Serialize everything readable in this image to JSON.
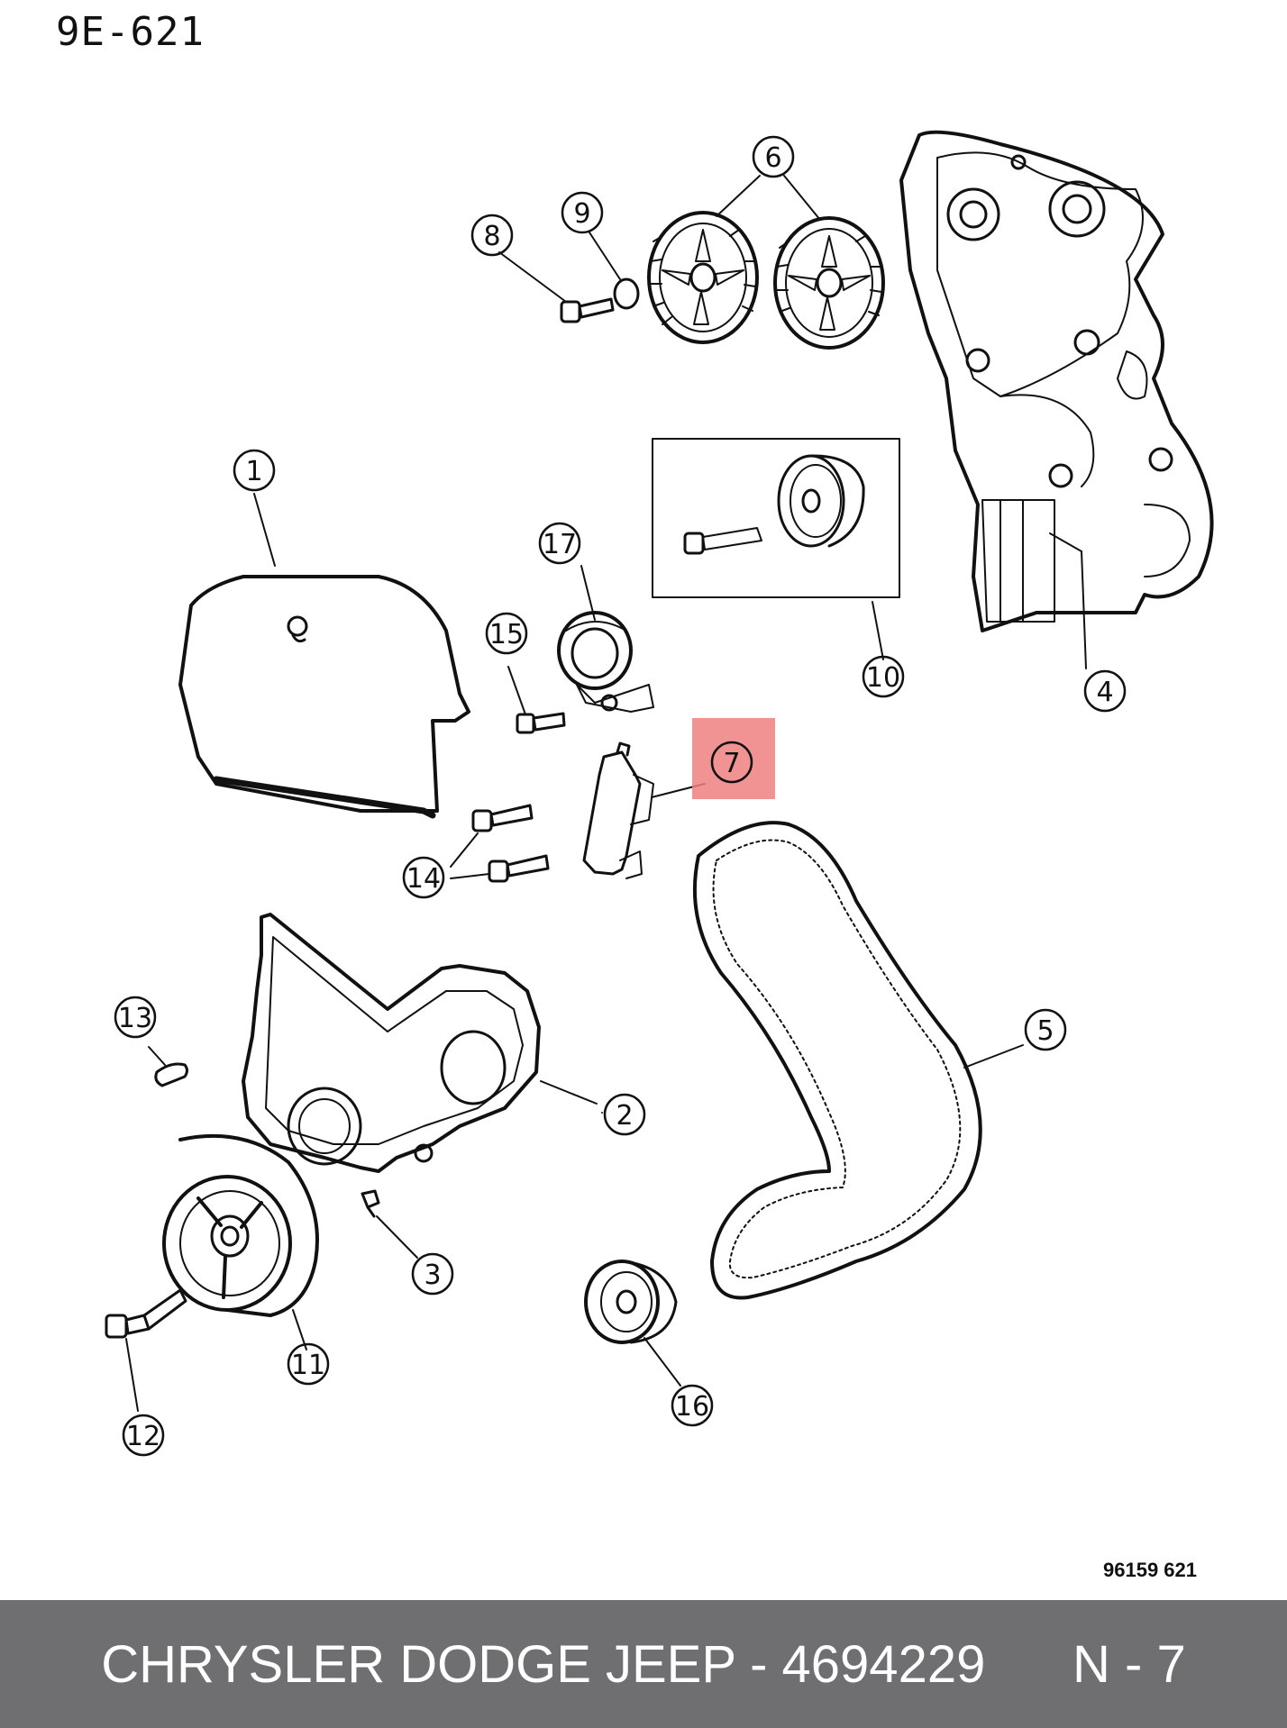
{
  "header": {
    "sheet_code": "9E-621"
  },
  "figure": {
    "code": "96159  621"
  },
  "footer": {
    "brand_part": "CHRYSLER DODGE JEEP - 4694229",
    "page": "N - 7"
  },
  "highlight": {
    "callout": "7",
    "color": "#f08080"
  },
  "callouts": [
    {
      "id": "1",
      "label": "1"
    },
    {
      "id": "2",
      "label": "2"
    },
    {
      "id": "3",
      "label": "3"
    },
    {
      "id": "4",
      "label": "4"
    },
    {
      "id": "5",
      "label": "5"
    },
    {
      "id": "6",
      "label": "6"
    },
    {
      "id": "7",
      "label": "7"
    },
    {
      "id": "8",
      "label": "8"
    },
    {
      "id": "9",
      "label": "9"
    },
    {
      "id": "10",
      "label": "10"
    },
    {
      "id": "11",
      "label": "11"
    },
    {
      "id": "12",
      "label": "12"
    },
    {
      "id": "13",
      "label": "13"
    },
    {
      "id": "14",
      "label": "14"
    },
    {
      "id": "15",
      "label": "15"
    },
    {
      "id": "16",
      "label": "16"
    },
    {
      "id": "17",
      "label": "17"
    }
  ]
}
